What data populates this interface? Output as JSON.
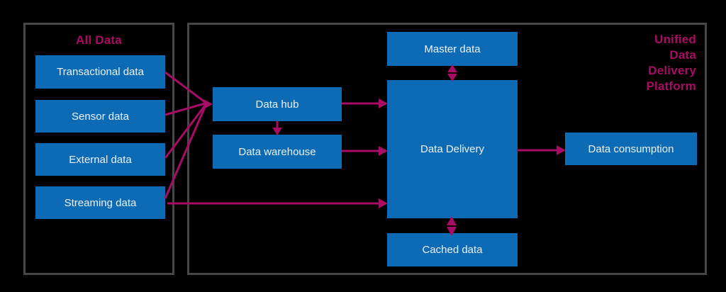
{
  "left_group": {
    "title": "All Data",
    "sources": [
      {
        "label": "Transactional data"
      },
      {
        "label": "Sensor data"
      },
      {
        "label": "External data"
      },
      {
        "label": "Streaming data"
      }
    ]
  },
  "platform_group": {
    "title_lines": [
      "Unified",
      "Data",
      "Delivery",
      "Platform"
    ],
    "nodes": {
      "data_hub": {
        "label": "Data hub"
      },
      "data_warehouse": {
        "label": "Data warehouse"
      },
      "master_data": {
        "label": "Master data"
      },
      "data_delivery": {
        "label": "Data Delivery"
      },
      "cached_data": {
        "label": "Cached data"
      },
      "data_consumption": {
        "label": "Data consumption"
      }
    }
  },
  "edges": [
    {
      "from": "Transactional data",
      "to": "Data hub",
      "type": "arrow"
    },
    {
      "from": "Sensor data",
      "to": "Data hub",
      "type": "arrow"
    },
    {
      "from": "External data",
      "to": "Data hub",
      "type": "arrow"
    },
    {
      "from": "Streaming data",
      "to": "Data hub",
      "type": "arrow"
    },
    {
      "from": "Streaming data",
      "to": "Data Delivery",
      "type": "arrow"
    },
    {
      "from": "Data hub",
      "to": "Data warehouse",
      "type": "arrow"
    },
    {
      "from": "Data hub",
      "to": "Data Delivery",
      "type": "arrow"
    },
    {
      "from": "Data warehouse",
      "to": "Data Delivery",
      "type": "arrow"
    },
    {
      "from": "Master data",
      "to": "Data Delivery",
      "type": "double-arrow"
    },
    {
      "from": "Data Delivery",
      "to": "Cached data",
      "type": "double-arrow"
    },
    {
      "from": "Data Delivery",
      "to": "Data consumption",
      "type": "arrow"
    }
  ],
  "colors": {
    "node_fill": "#0D6AB4",
    "accent_magenta": "#A80C64",
    "panel_border": "#47474A",
    "node_text": "#EAF2FB",
    "background": "#000000"
  }
}
